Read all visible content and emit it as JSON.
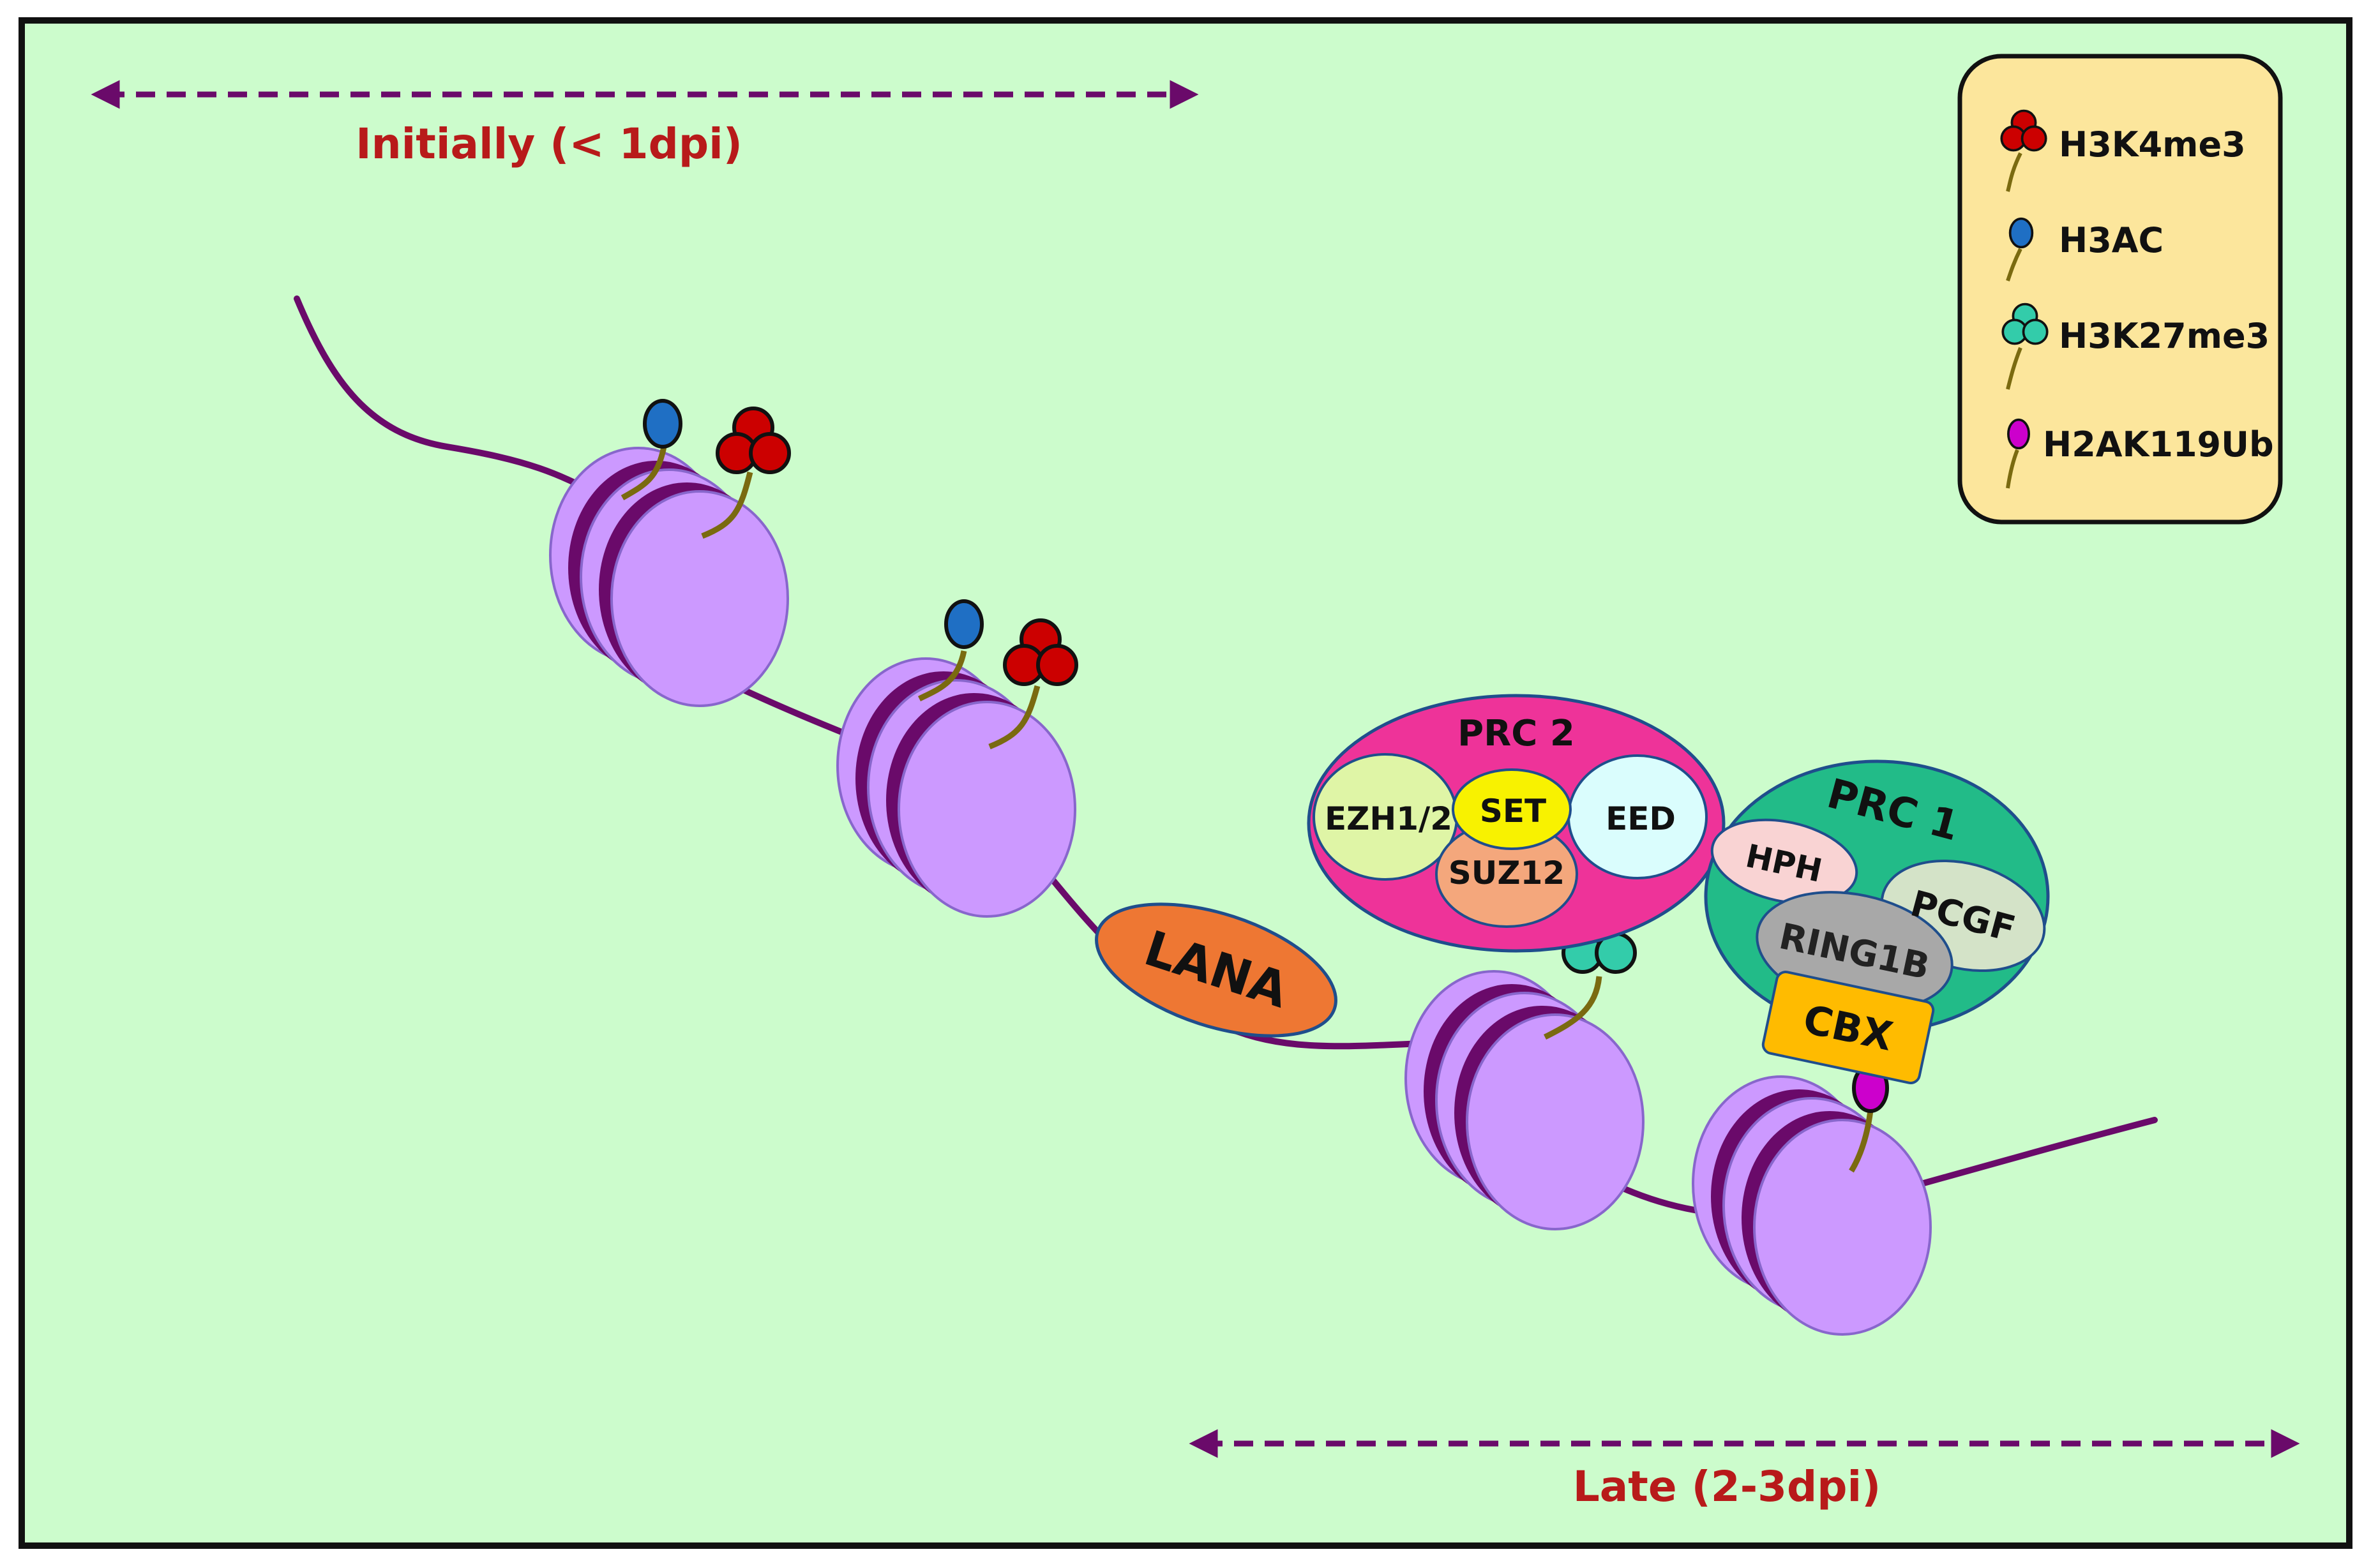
{
  "timeline": {
    "initial_label": "Initially (< 1dpi)",
    "late_label": "Late (2-3dpi)"
  },
  "legend": {
    "items": [
      {
        "label": "H3K4me3",
        "icon": "red-triple-bead-icon"
      },
      {
        "label": "H3AC",
        "icon": "blue-bead-icon"
      },
      {
        "label": "H3K27me3",
        "icon": "teal-triple-bead-icon"
      },
      {
        "label": "H2AK119Ub",
        "icon": "magenta-bead-icon"
      }
    ]
  },
  "complexes": {
    "prc2": {
      "title": "PRC 2",
      "subunits": [
        "EZH1/2",
        "SET",
        "EED",
        "SUZ12"
      ]
    },
    "prc1": {
      "title": "PRC 1",
      "subunits": [
        "HPH",
        "PCGF",
        "RING1B",
        "CBX"
      ]
    },
    "lana": "LANA"
  },
  "colors": {
    "background": "#ccfccc",
    "dna": "#6a0a6a",
    "nucleosome": "#cc99ff",
    "h3k4me3": "#cc0000",
    "h3ac": "#1f6fc4",
    "h3k27me3": "#33ccaa",
    "h2ak119ub": "#cc00cc",
    "prc2": "#ee3399",
    "prc1": "#22bb88",
    "lana": "#ee7733",
    "cbx": "#ffbb00",
    "legend_bg": "#fce69c",
    "label_red": "#b81a1a"
  }
}
